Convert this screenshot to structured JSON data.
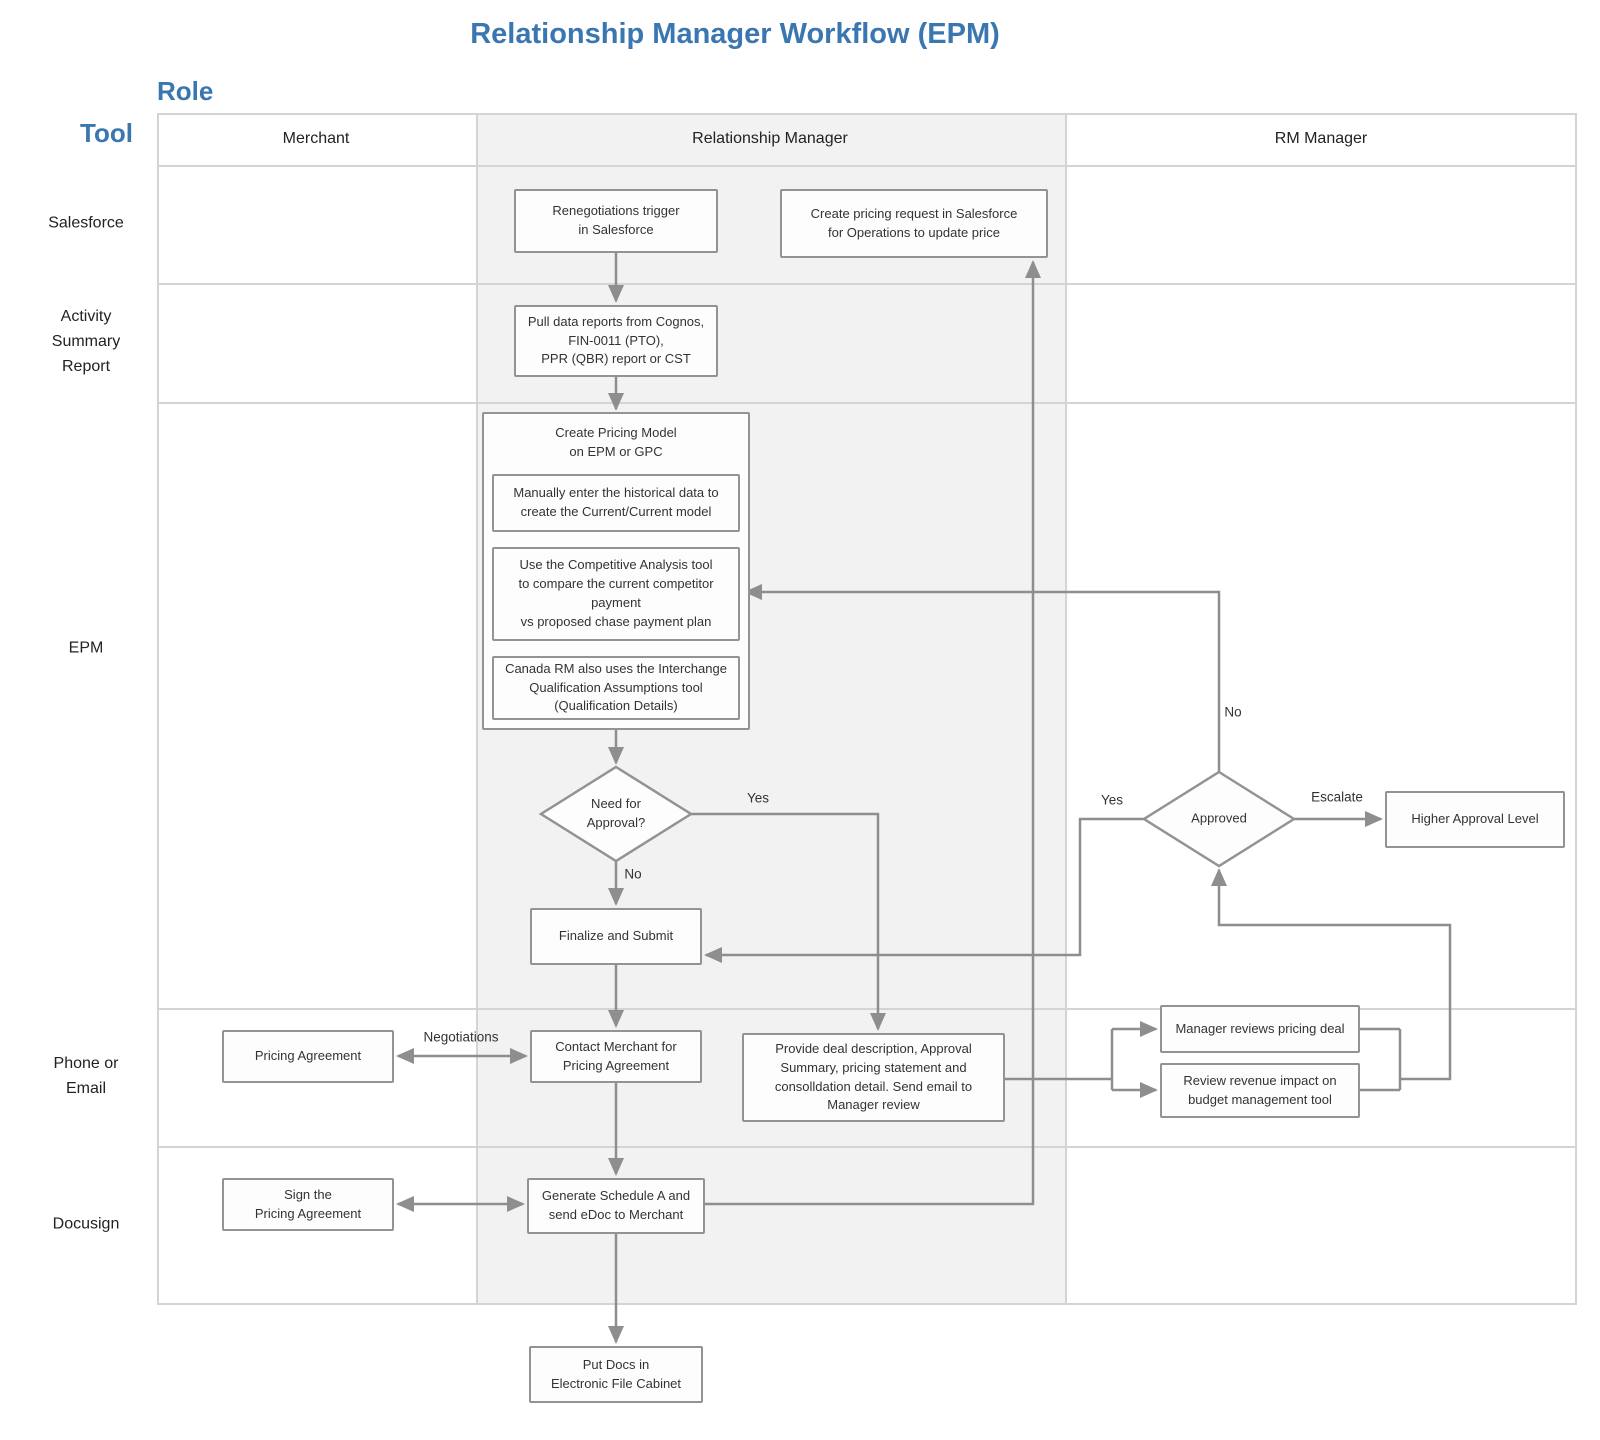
{
  "title": "Relationship Manager Workflow (EPM)",
  "axis": {
    "role_label": "Role",
    "tool_label": "Tool"
  },
  "columns": [
    "Merchant",
    "Relationship Manager",
    "RM Manager"
  ],
  "rows": [
    "Salesforce",
    "Activity\nSummary\nReport",
    "EPM",
    "Phone or\nEmail",
    "Docusign"
  ],
  "nodes": {
    "renegotiations": "Renegotiations trigger\nin Salesforce",
    "create_pricing_request": "Create pricing request in Salesforce\nfor Operations to update price",
    "pull_data_reports": "Pull data reports from Cognos,\nFIN-0011 (PTO),\nPPR (QBR) report or CST",
    "create_pricing_model": "Create Pricing Model\non EPM or GPC",
    "manually_enter": "Manually enter the historical data to\ncreate the Current/Current model",
    "competitive_analysis": "Use the Competitive Analysis tool\nto compare the current competitor\npayment\nvs proposed chase payment plan",
    "canada_rm": "Canada RM also uses the Interchange\nQualification Assumptions tool\n(Qualification Details)",
    "need_approval": "Need for\nApproval?",
    "finalize_submit": "Finalize and Submit",
    "provide_deal": "Provide deal description, Approval\nSummary, pricing statement and\nconsolldation detail. Send email to\nManager review",
    "pricing_agreement": "Pricing Agreement",
    "contact_merchant": "Contact Merchant for\nPricing Agreement",
    "sign_agreement": "Sign the\nPricing Agreement",
    "generate_schedule": "Generate Schedule A and\nsend eDoc to Merchant",
    "put_docs": "Put Docs in\nElectronic File Cabinet",
    "approved": "Approved",
    "higher_approval": "Higher Approval Level",
    "manager_reviews": "Manager reviews pricing deal",
    "review_revenue": "Review revenue impact on\nbudget management tool"
  },
  "edge_labels": {
    "need_yes": "Yes",
    "need_no": "No",
    "approved_yes": "Yes",
    "approved_no": "No",
    "escalate": "Escalate",
    "negotiations": "Negotiations"
  },
  "edges": [
    {
      "from": "renegotiations",
      "to": "pull_data_reports"
    },
    {
      "from": "pull_data_reports",
      "to": "create_pricing_model"
    },
    {
      "from": "create_pricing_model",
      "to": "need_approval"
    },
    {
      "from": "need_approval",
      "to": "provide_deal",
      "label": "Yes"
    },
    {
      "from": "need_approval",
      "to": "finalize_submit",
      "label": "No"
    },
    {
      "from": "finalize_submit",
      "to": "contact_merchant"
    },
    {
      "from": "contact_merchant",
      "to": "pricing_agreement",
      "label": "Negotiations",
      "bidirectional": true
    },
    {
      "from": "contact_merchant",
      "to": "generate_schedule"
    },
    {
      "from": "generate_schedule",
      "to": "sign_agreement",
      "bidirectional": true
    },
    {
      "from": "generate_schedule",
      "to": "create_pricing_request"
    },
    {
      "from": "generate_schedule",
      "to": "put_docs"
    },
    {
      "from": "provide_deal",
      "to": "manager_reviews"
    },
    {
      "from": "provide_deal",
      "to": "review_revenue"
    },
    {
      "from": "manager_reviews",
      "to": "approved"
    },
    {
      "from": "review_revenue",
      "to": "approved"
    },
    {
      "from": "approved",
      "to": "finalize_submit",
      "label": "Yes"
    },
    {
      "from": "approved",
      "to": "competitive_analysis",
      "label": "No"
    },
    {
      "from": "approved",
      "to": "higher_approval",
      "label": "Escalate"
    }
  ],
  "colors": {
    "accent": "#3a76b0",
    "flow_line": "#8e8e8e",
    "node_border": "#939393",
    "lane_shade": "#f2f2f2",
    "grid_line": "#d4d4d4",
    "text": "#333333"
  }
}
